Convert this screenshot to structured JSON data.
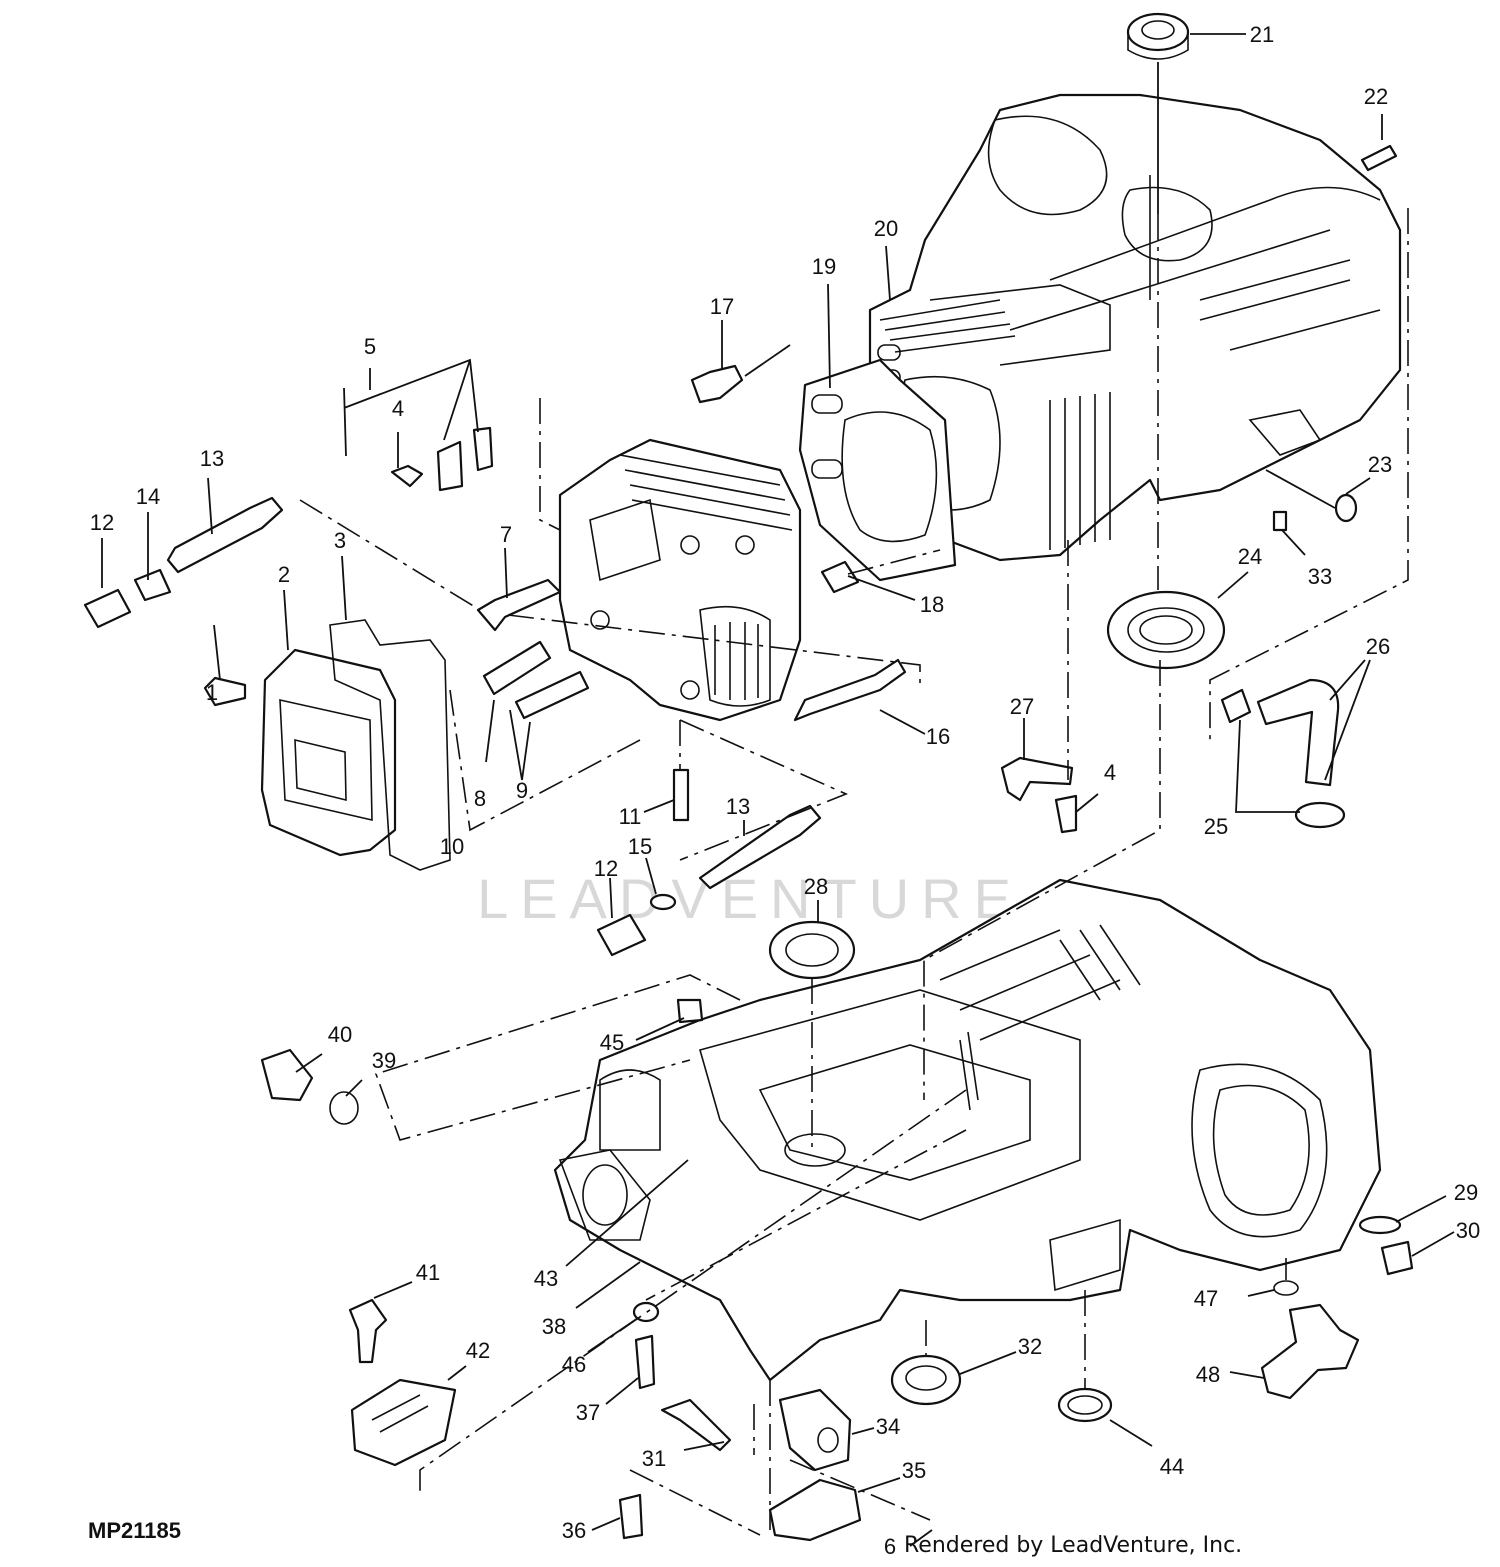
{
  "figure_id": "MP21185",
  "credit": "Rendered by LeadVenture, Inc.",
  "watermark": "LEADVENTURE",
  "callouts": [
    "1",
    "2",
    "3",
    "4",
    "5",
    "6",
    "7",
    "8",
    "9",
    "10",
    "11",
    "12",
    "13",
    "14",
    "15",
    "16",
    "17",
    "18",
    "19",
    "20",
    "21",
    "22",
    "23",
    "24",
    "25",
    "26",
    "27",
    "28",
    "29",
    "30",
    "31",
    "32",
    "33",
    "34",
    "35",
    "36",
    "37",
    "38",
    "39",
    "40",
    "41",
    "42",
    "43",
    "44",
    "45",
    "46",
    "47",
    "48"
  ]
}
